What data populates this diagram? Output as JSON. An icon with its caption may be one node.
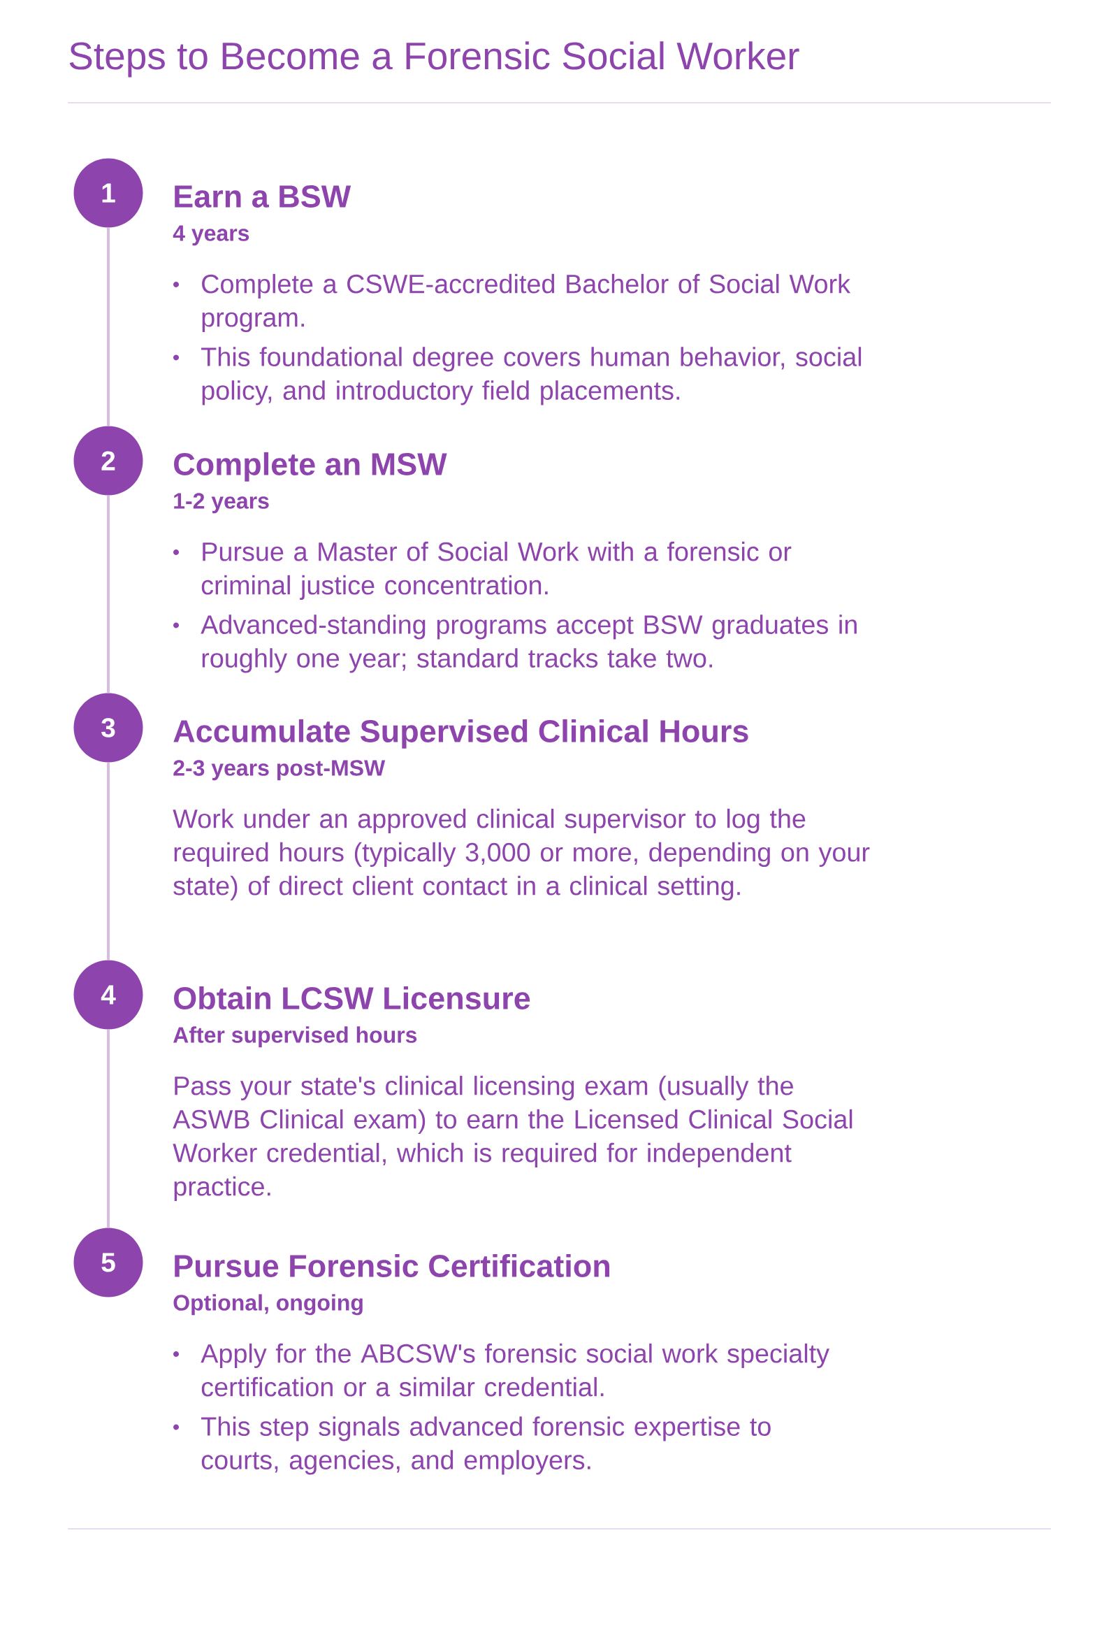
{
  "diagram": {
    "title": "Steps to Become a Forensic Social Worker",
    "nodes": [
      {
        "text": [
          "1"
        ],
        "beside": [
          "Earn a BSW",
          "4 years",
          "Complete a CSWE-accredited Bachelor of Social Work program.",
          "This foundational degree covers human behavior, social policy, and introductory field placements."
        ]
      },
      {
        "text": [
          "2"
        ],
        "beside": [
          "Complete an MSW",
          "1-2 years",
          "Pursue a Master of Social Work with a forensic or criminal justice concentration.",
          "Advanced-standing programs accept BSW graduates in roughly one year; standard tracks take two."
        ]
      },
      {
        "text": [
          "3"
        ],
        "beside": [
          "Accumulate Supervised Clinical Hours",
          "2-3 years post-MSW",
          "Work under an approved clinical supervisor to log the required hours (typically 3,000 or more, depending on your state) of direct client contact in a clinical setting."
        ]
      },
      {
        "text": [
          "4"
        ],
        "beside": [
          "Obtain LCSW Licensure",
          "After supervised hours",
          "Pass your state's clinical licensing exam (usually the ASWB Clinical exam) to earn the Licensed Clinical Social Worker credential, which is required for independent practice."
        ]
      },
      {
        "text": [
          "5"
        ],
        "beside": [
          "Pursue Forensic Certification",
          "Optional, ongoing",
          "Apply for the ABCSW's forensic social work specialty certification or a similar credential.",
          "This step signals advanced forensic expertise to courts, agencies, and employers."
        ]
      }
    ],
    "edges": [
      {
        "from": 0,
        "to": 1,
        "arrow": "none"
      },
      {
        "from": 1,
        "to": 2,
        "arrow": "none"
      },
      {
        "from": 2,
        "to": 3,
        "arrow": "none"
      },
      {
        "from": 3,
        "to": 4,
        "arrow": "none"
      }
    ]
  }
}
